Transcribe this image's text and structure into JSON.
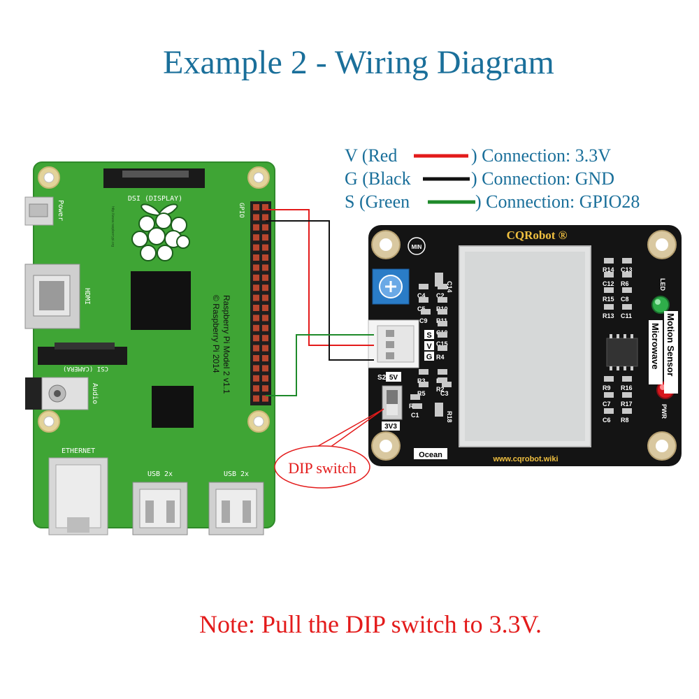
{
  "title": "Example 2 - Wiring Diagram",
  "legend": [
    {
      "prefix": "V (Red",
      "suffix": ") Connection: 3.3V",
      "color": "#e31b1b"
    },
    {
      "prefix": "G (Black",
      "suffix": ") Connection: GND",
      "color": "#111111"
    },
    {
      "prefix": "S (Green",
      "suffix": ") Connection: GPIO28",
      "color": "#1e8a2a"
    }
  ],
  "note": "Note: Pull the DIP switch to 3.3V.",
  "colors": {
    "title": "#1a6f9a",
    "note": "#e31b1b",
    "pi_board": "#3fa535",
    "sensor_board": "#141414",
    "silkscreen": "#1a6f9a"
  },
  "pi": {
    "dsi_label": "DSI (DISPLAY)",
    "csi_label": "CSI (CAMERA)",
    "gpio_label": "GPIO",
    "power_label": "Power",
    "hdmi_label": "HDMI",
    "audio_label": "Audio",
    "ethernet_label": "ETHERNET",
    "usb1_label": "USB 2x",
    "usb2_label": "USB 2x",
    "model_line1": "Raspberry Pi Model 2 v1.1",
    "model_line2": "© Raspberry Pi 2014",
    "url_text": "http://www.raspberrypi.org"
  },
  "sensor": {
    "brand": "CQRobot ®",
    "min_label": "MIN",
    "vertical_label1": "Motion Sensor",
    "vertical_label2": "Microwave",
    "led_label": "LED",
    "pwr_label": "PWR",
    "pin_s": "S",
    "pin_v": "V",
    "pin_g": "G",
    "s2_label": "S2",
    "v5_label": "5V",
    "v33_label": "3V3",
    "ocean_label": "Ocean",
    "url": "www.cqrobot.wiki",
    "components": [
      "C14",
      "C4",
      "C2",
      "C5",
      "R10",
      "C9",
      "R11",
      "C10",
      "C15",
      "R4",
      "R3",
      "R1",
      "R2",
      "R5",
      "C3",
      "R12",
      "C1",
      "R18",
      "R14",
      "C13",
      "C12",
      "R6",
      "R15",
      "C8",
      "R13",
      "C11",
      "R9",
      "R16",
      "C7",
      "R17",
      "C6",
      "R8"
    ]
  },
  "callout": {
    "label": "DIP switch"
  }
}
